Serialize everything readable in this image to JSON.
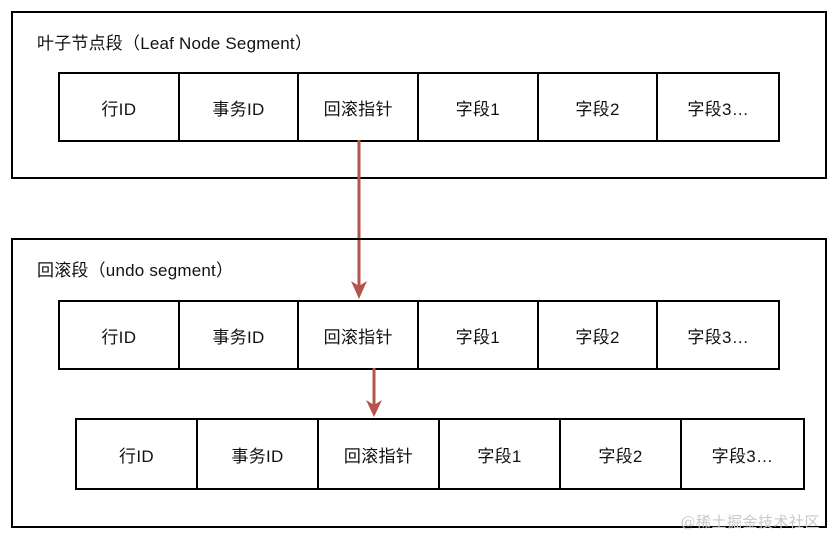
{
  "diagram": {
    "title": "MVCC undo chain diagram",
    "colors": {
      "border": "#000000",
      "arrow": "#b5544a",
      "background": "#ffffff",
      "text": "#111111",
      "watermark": "#c9c9c9"
    },
    "segments": [
      {
        "id": "leaf",
        "title": "叶子节点段（Leaf Node Segment）",
        "rows": [
          {
            "id": "leaf-record",
            "cells": [
              "行ID",
              "事务ID",
              "回滚指针",
              "字段1",
              "字段2",
              "字段3…"
            ]
          }
        ]
      },
      {
        "id": "undo",
        "title": "回滚段（undo segment）",
        "rows": [
          {
            "id": "undo-record-1",
            "cells": [
              "行ID",
              "事务ID",
              "回滚指针",
              "字段1",
              "字段2",
              "字段3…"
            ]
          },
          {
            "id": "undo-record-2",
            "cells": [
              "行ID",
              "事务ID",
              "回滚指针",
              "字段1",
              "字段2",
              "字段3…"
            ]
          }
        ]
      }
    ],
    "arrows": [
      {
        "id": "arrow-leaf-to-undo",
        "from": "leaf-record.回滚指针",
        "to": "undo-record-1.回滚指针",
        "direction": "down"
      },
      {
        "id": "arrow-undo-to-undo",
        "from": "undo-record-1.回滚指针",
        "to": "undo-record-2.回滚指针",
        "direction": "down"
      }
    ],
    "watermark": "@稀土掘金技术社区"
  }
}
